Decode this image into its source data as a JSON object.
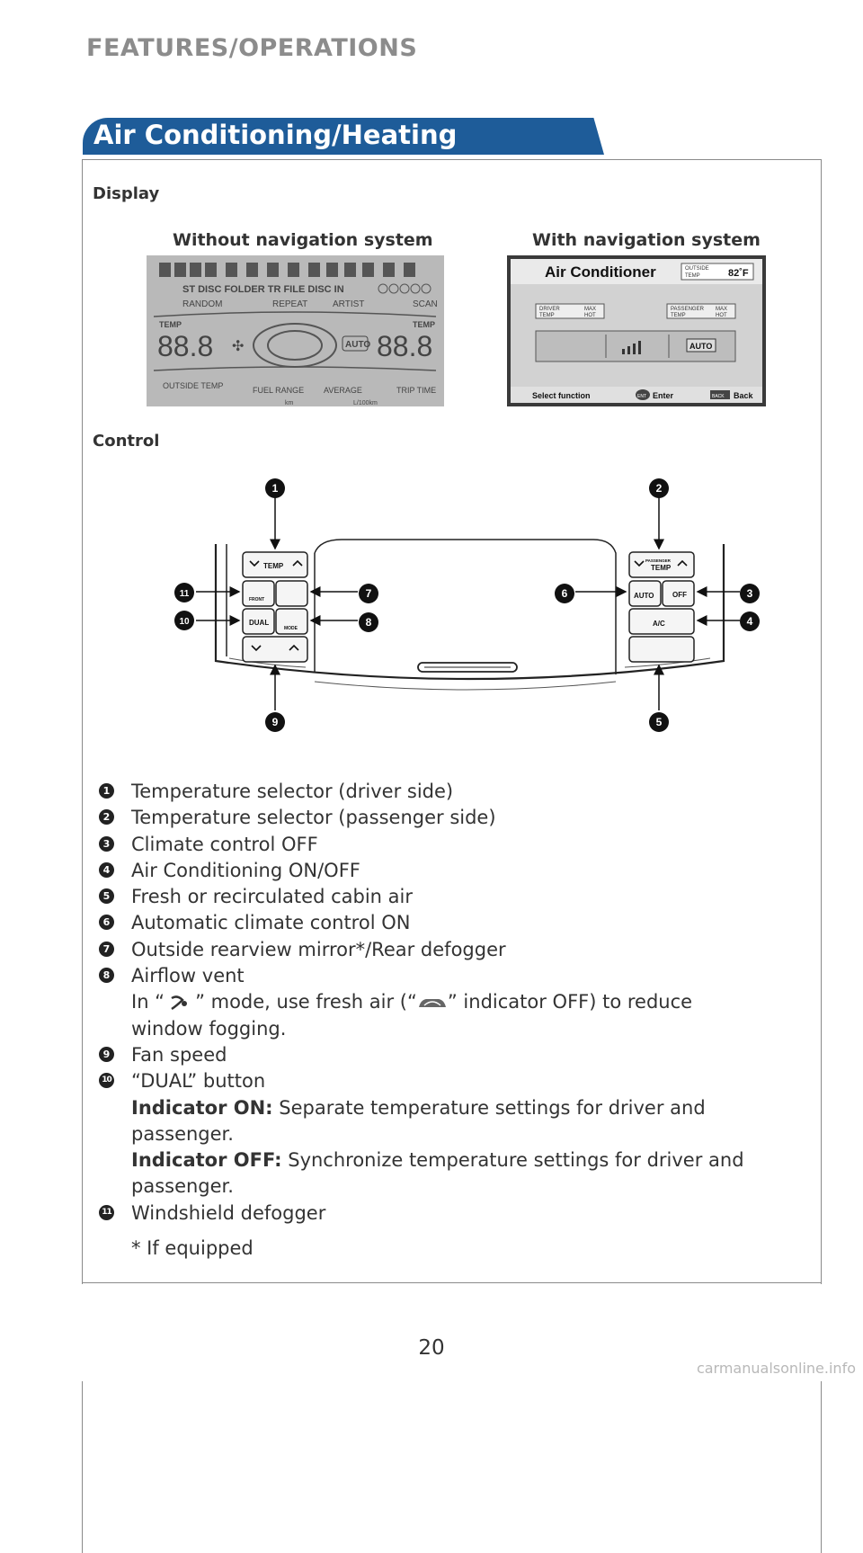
{
  "header": {
    "section": "FEATURES/OPERATIONS",
    "title": "Air Conditioning/Heating"
  },
  "display": {
    "label": "Display",
    "without_nav": "Without navigation system",
    "with_nav": "With navigation system"
  },
  "lcd": {
    "row1": "ST  DISC  FOLDER   TR  FILE   DISC IN",
    "row2a": "RANDOM",
    "row2b": "REPEAT",
    "row2c": "ARTIST",
    "row2d": "SCAN",
    "temp_left": "TEMP",
    "temp_right": "TEMP",
    "digits_left": "88.8",
    "digits_right": "88.8",
    "auto": "AUTO",
    "outside_temp": "OUTSIDE TEMP",
    "fuel_range": "FUEL RANGE",
    "average": "AVERAGE",
    "trip_time": "TRIP TIME",
    "km": "km",
    "l100km": "L/100km"
  },
  "nav_screen": {
    "title": "Air Conditioner",
    "outside_label_1": "OUTSIDE",
    "outside_label_2": "TEMP",
    "outside_value": "82˚F",
    "driver_1": "DRIVER",
    "driver_2": "TEMP",
    "maxhot_1": "MAX",
    "maxhot_2": "HOT",
    "pass_1": "PASSENGER",
    "pass_2": "TEMP",
    "auto": "AUTO",
    "select": "Select function",
    "ent": "ENT",
    "enter": "Enter",
    "back_key": "BACK",
    "back": "Back"
  },
  "control": {
    "label": "Control",
    "temp": "TEMP",
    "passenger": "PASSENGER",
    "front": "FRONT",
    "dual": "DUAL",
    "mode": "MODE",
    "auto": "AUTO",
    "off": "OFF",
    "ac": "A/C",
    "callouts": [
      "1",
      "2",
      "3",
      "4",
      "5",
      "6",
      "7",
      "8",
      "9",
      "10",
      "11"
    ]
  },
  "legend": {
    "items": [
      {
        "n": "1",
        "text": "Temperature selector (driver side)"
      },
      {
        "n": "2",
        "text": "Temperature selector (passenger side)"
      },
      {
        "n": "3",
        "text": "Climate control OFF"
      },
      {
        "n": "4",
        "text": "Air Conditioning ON/OFF"
      },
      {
        "n": "5",
        "text": "Fresh or recirculated cabin air"
      },
      {
        "n": "6",
        "text": "Automatic climate control ON"
      },
      {
        "n": "7",
        "text": "Outside rearview mirror*/Rear defogger"
      },
      {
        "n": "8",
        "text": "Airflow vent"
      }
    ],
    "item8_note_a": "In “",
    "item8_note_b": "” mode, use fresh air (“",
    "item8_note_c": "” indicator OFF) to reduce",
    "item8_note_d": "window fogging.",
    "item9": "Fan speed",
    "item10": "“DUAL” button",
    "ind_on_label": "Indicator ON:",
    "ind_on_text": "Separate temperature settings for driver and",
    "ind_on_text2": "passenger.",
    "ind_off_label": "Indicator OFF:",
    "ind_off_text": "Synchronize temperature settings for driver and",
    "ind_off_text2": "passenger.",
    "item11": "Windshield defogger",
    "footnote": "* If equipped"
  },
  "page_number": "20",
  "watermark": "carmanualsonline.info"
}
